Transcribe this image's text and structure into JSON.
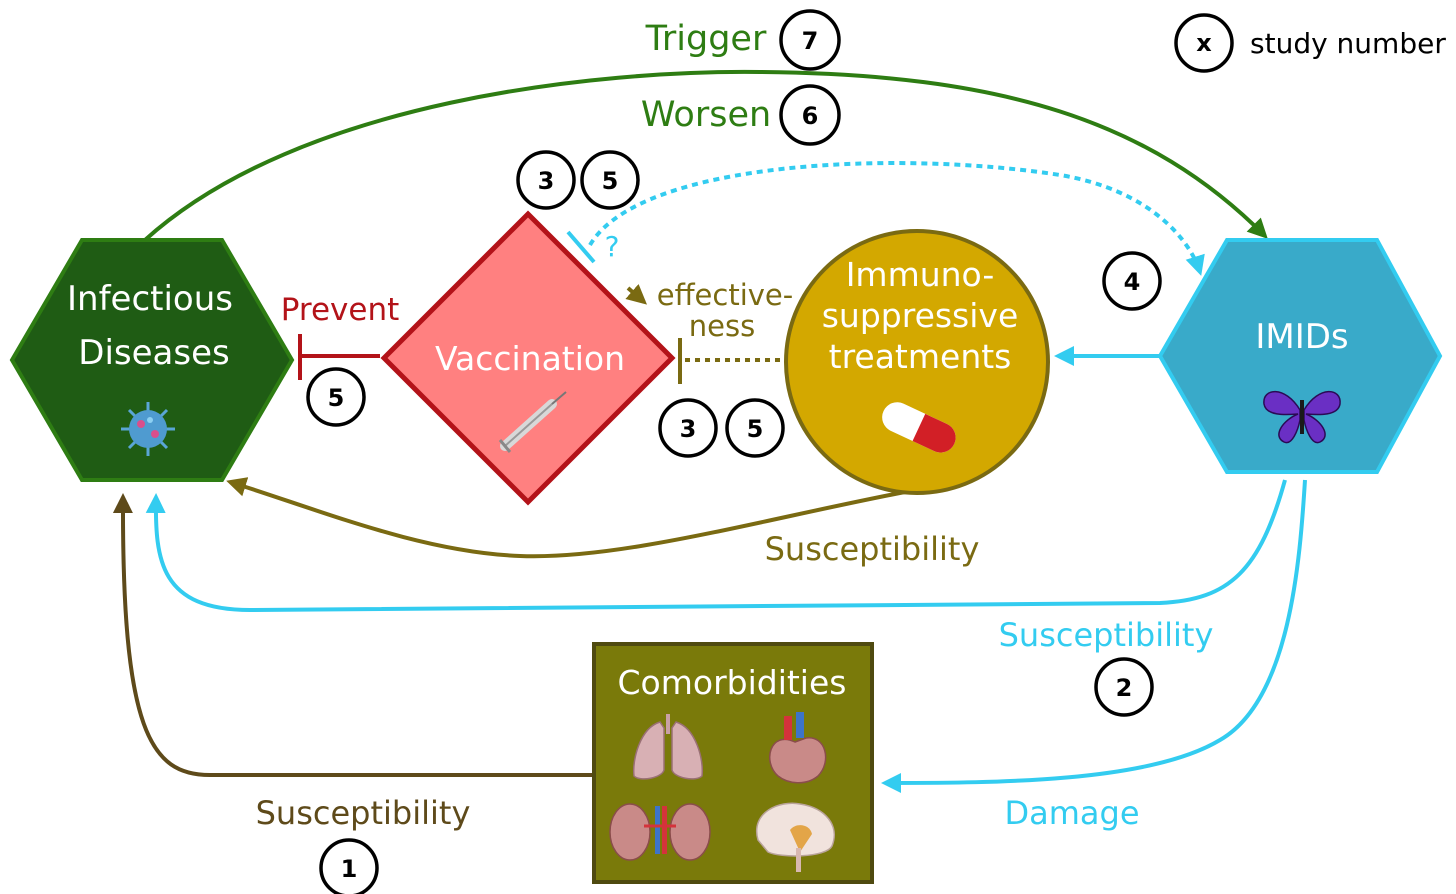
{
  "colors": {
    "green": "#2e7d13",
    "dark_green": "#1f5c14",
    "red": "#b31319",
    "pink": "#ff8080",
    "olive": "#7a6a12",
    "gold": "#d3a800",
    "cyan": "#33ccf0",
    "blue_hex": "#39aac9",
    "comorb": "#7a7a0a",
    "brown": "#5e4a1a"
  },
  "nodes": {
    "infectious": {
      "line1": "Infectious",
      "line2": "Diseases",
      "icon": "virus-icon"
    },
    "vaccination": {
      "label": "Vaccination",
      "icon": "syringe-icon"
    },
    "immuno": {
      "line1": "Immuno-",
      "line2": "suppressive",
      "line3": "treatments",
      "icon": "pill-icon"
    },
    "imids": {
      "label": "IMIDs",
      "icon": "butterfly-icon"
    },
    "comorbidities": {
      "label": "Comorbidities",
      "icons": [
        "lungs-icon",
        "heart-icon",
        "kidneys-icon",
        "brain-icon"
      ]
    }
  },
  "edges": {
    "trigger": "Trigger",
    "worsen": "Worsen",
    "prevent": "Prevent",
    "effectiveness_1": "effective-",
    "effectiveness_2": "ness",
    "question": "?",
    "susceptibility_treat": "Susceptibility",
    "susceptibility_imid": "Susceptibility",
    "susceptibility_comorb": "Susceptibility",
    "damage": "Damage"
  },
  "study_numbers": {
    "trigger": "7",
    "worsen": "6",
    "vacc_top_a": "3",
    "vacc_top_b": "5",
    "prevent": "5",
    "effect_a": "3",
    "effect_b": "5",
    "imid_dotted": "4",
    "imid_susc": "2",
    "comorb_susc": "1"
  },
  "legend": {
    "symbol": "x",
    "text": "study number"
  }
}
